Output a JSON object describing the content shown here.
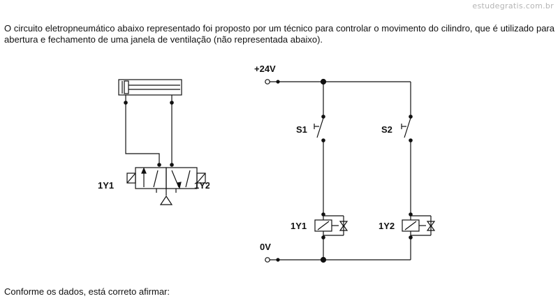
{
  "watermark": "estudegratis.com.br",
  "question": "O circuito eletropneumático abaixo representado foi proposto por um técnico para controlar o movimento do cilindro, que é utilizado para abertura e fechamento de uma janela de ventilação (não representada abaixo).",
  "pneumatic": {
    "solenoid_left": "1Y1",
    "solenoid_right": "1Y2"
  },
  "electric": {
    "supply_positive": "+24V",
    "supply_zero": "0V",
    "switch_1": "S1",
    "switch_2": "S2",
    "coil_1": "1Y1",
    "coil_2": "1Y2"
  },
  "footer": "Conforme os dados, está correto afirmar:"
}
